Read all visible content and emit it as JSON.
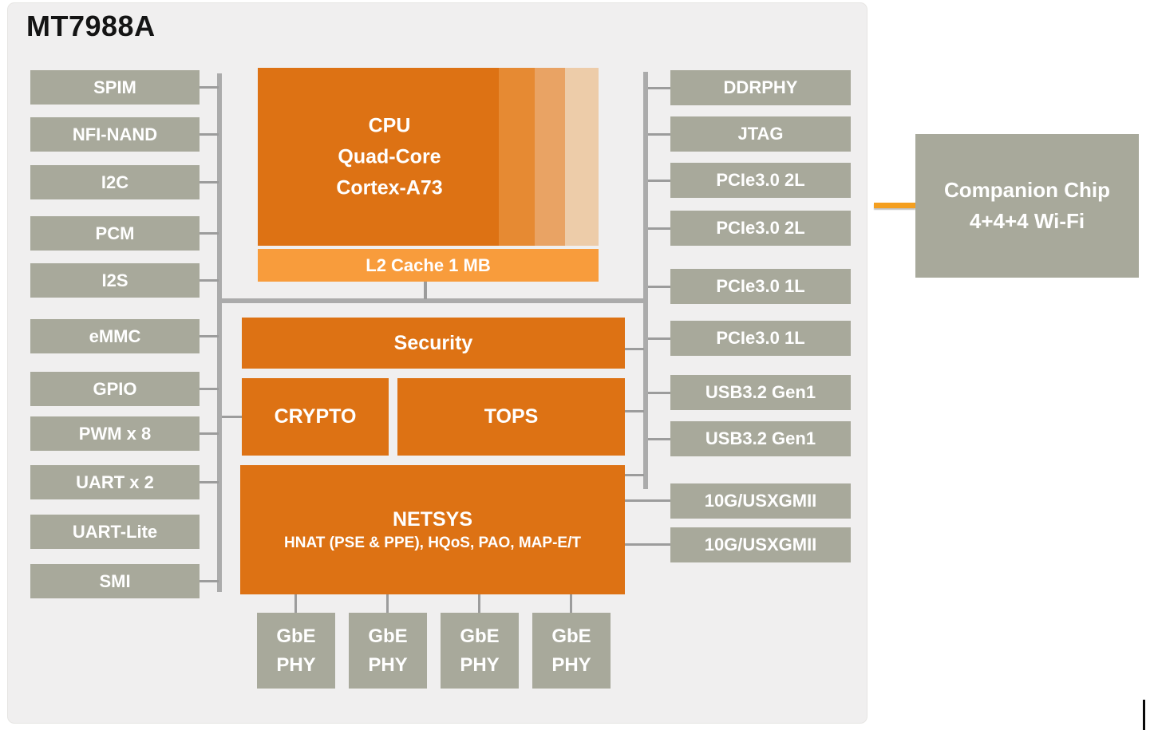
{
  "title": "MT7988A",
  "colors": {
    "orange": "#DD7214",
    "l2_orange": "#F89C3C",
    "gray": "#A8A99B",
    "bus": "#ABABAB",
    "stub": "#9C9C9C",
    "panel": "#F0EFEF",
    "connector": "#F49F20",
    "cpu_stripe_1": "#E68A33",
    "cpu_stripe_2": "#E9A364",
    "cpu_stripe_3": "#EDCCA9"
  },
  "left_ports": [
    "SPIM",
    "NFI-NAND",
    "I2C",
    "PCM",
    "I2S",
    "eMMC",
    "GPIO",
    "PWM x 8",
    "UART x 2",
    "UART-Lite",
    "SMI"
  ],
  "right_ports": [
    "DDRPHY",
    "JTAG",
    "PCIe3.0 2L",
    "PCIe3.0 2L",
    "PCIe3.0 1L",
    "PCIe3.0 1L",
    "USB3.2 Gen1",
    "USB3.2 Gen1",
    "10G/USXGMII",
    "10G/USXGMII"
  ],
  "cpu": {
    "line1": "CPU",
    "line2": "Quad-Core",
    "line3": "Cortex-A73"
  },
  "l2_cache_label": "L2 Cache 1 MB",
  "security_label": "Security",
  "crypto_label": "CRYPTO",
  "tops_label": "TOPS",
  "netsys": {
    "title": "NETSYS",
    "subtitle": "HNAT (PSE & PPE), HQoS, PAO, MAP-E/T"
  },
  "gbe_phy_units": [
    {
      "line1": "GbE",
      "line2": "PHY"
    },
    {
      "line1": "GbE",
      "line2": "PHY"
    },
    {
      "line1": "GbE",
      "line2": "PHY"
    },
    {
      "line1": "GbE",
      "line2": "PHY"
    }
  ],
  "companion_chip": {
    "line1": "Companion Chip",
    "line2": "4+4+4 Wi-Fi"
  }
}
